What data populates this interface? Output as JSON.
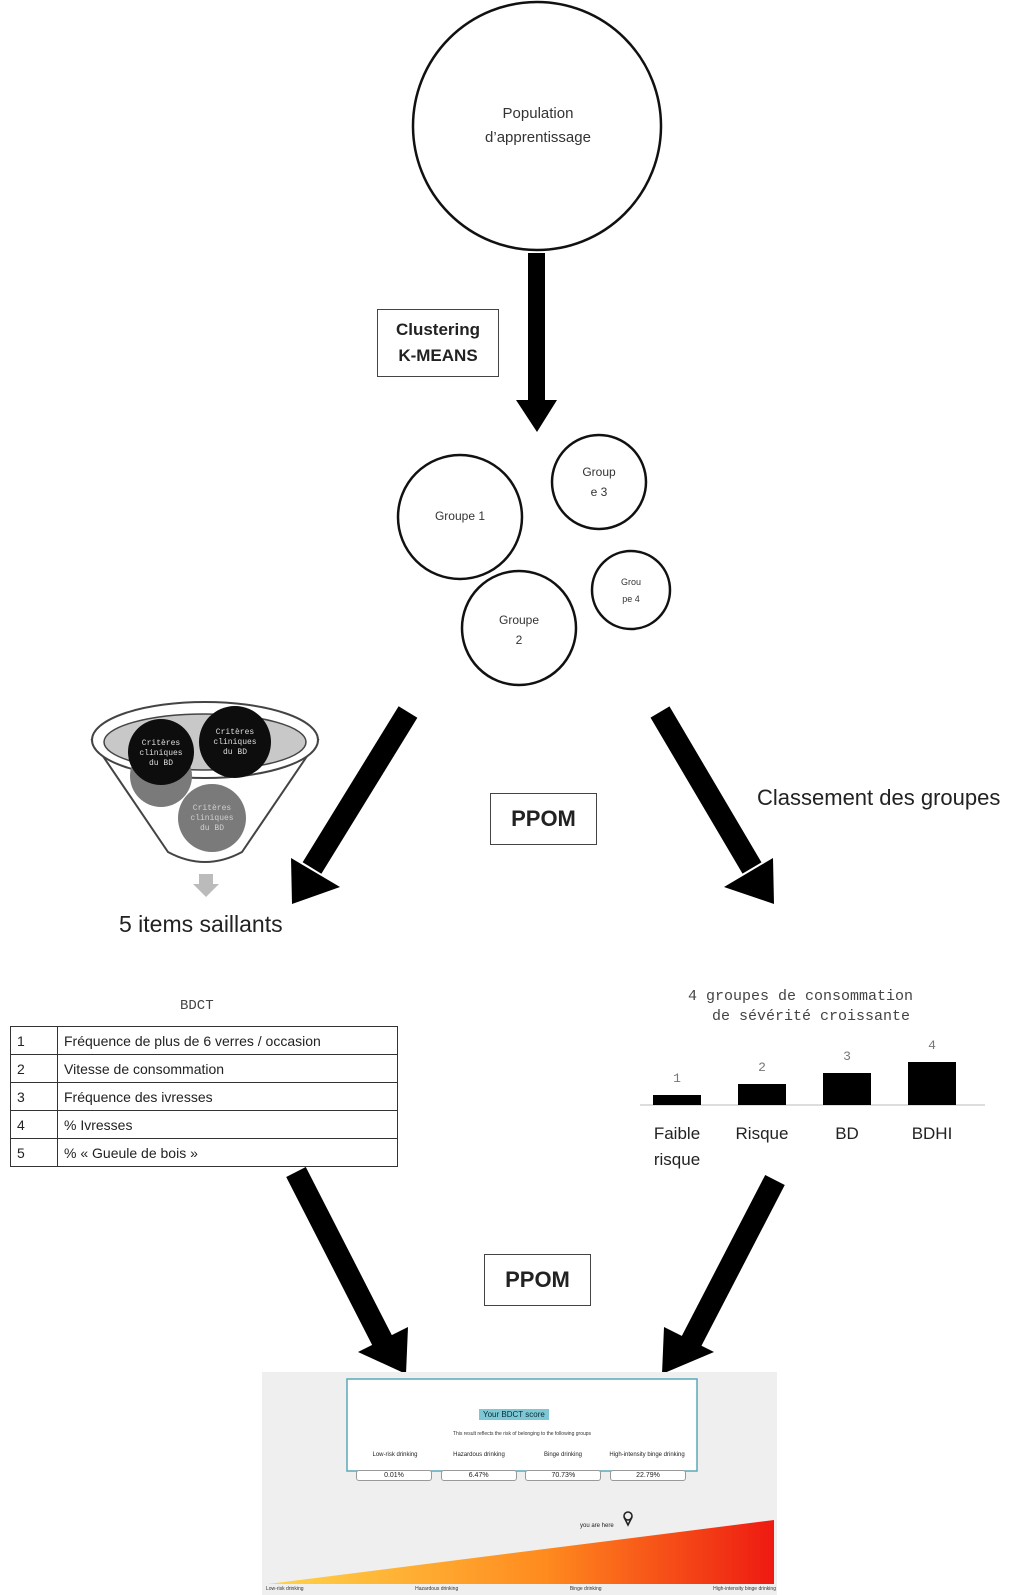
{
  "population": "Population d’apprentissage",
  "clustering_box": {
    "line1": "Clustering",
    "line2": "K-MEANS"
  },
  "groups": {
    "g1": "Groupe 1",
    "g2_l1": "Groupe",
    "g2_l2": "2",
    "g3_l1": "Group",
    "g3_l2": "e 3",
    "g4_l1": "Grou",
    "g4_l2": "pe 4"
  },
  "funnel_circle_text": "Critères cliniques du BD",
  "ppom_1": "PPOM",
  "ppom_2": "PPOM",
  "classement": "Classement des groupes",
  "items_saillants": "5 items saillants",
  "bdct": {
    "title": "BDCT",
    "rows": [
      {
        "num": "1",
        "label": "Fréquence de plus de 6 verres / occasion"
      },
      {
        "num": "2",
        "label": "Vitesse de consommation"
      },
      {
        "num": "3",
        "label": "Fréquence des ivresses"
      },
      {
        "num": "4",
        "label": "% Ivresses"
      },
      {
        "num": "5",
        "label": "% « Gueule de bois »"
      }
    ]
  },
  "severity": {
    "title_l1": "4 groupes de consommation",
    "title_l2": "de sévérité croissante"
  },
  "chart_data": {
    "type": "bar",
    "categories": [
      "Faible risque",
      "Risque",
      "BD",
      "BDHI"
    ],
    "values": [
      1,
      2,
      3,
      4
    ],
    "data_labels": [
      "1",
      "2",
      "3",
      "4"
    ],
    "title": "4 groupes de consommation de sévérité croissante"
  },
  "result_panel": {
    "badge": "Your BDCT score",
    "subtitle": "This result reflects the risk of belonging to the following groups",
    "categories": [
      "Low-risk drinking",
      "Hazardous drinking",
      "Binge drinking",
      "High-intensity binge drinking"
    ],
    "values": [
      "0.01%",
      "6.47%",
      "70.73%",
      "22.79%"
    ],
    "you_are_here": "you are here",
    "gradient_labels": [
      "Low-risk drinking",
      "Hazardous drinking",
      "Binge drinking",
      "High-intensity binge drinking"
    ]
  }
}
